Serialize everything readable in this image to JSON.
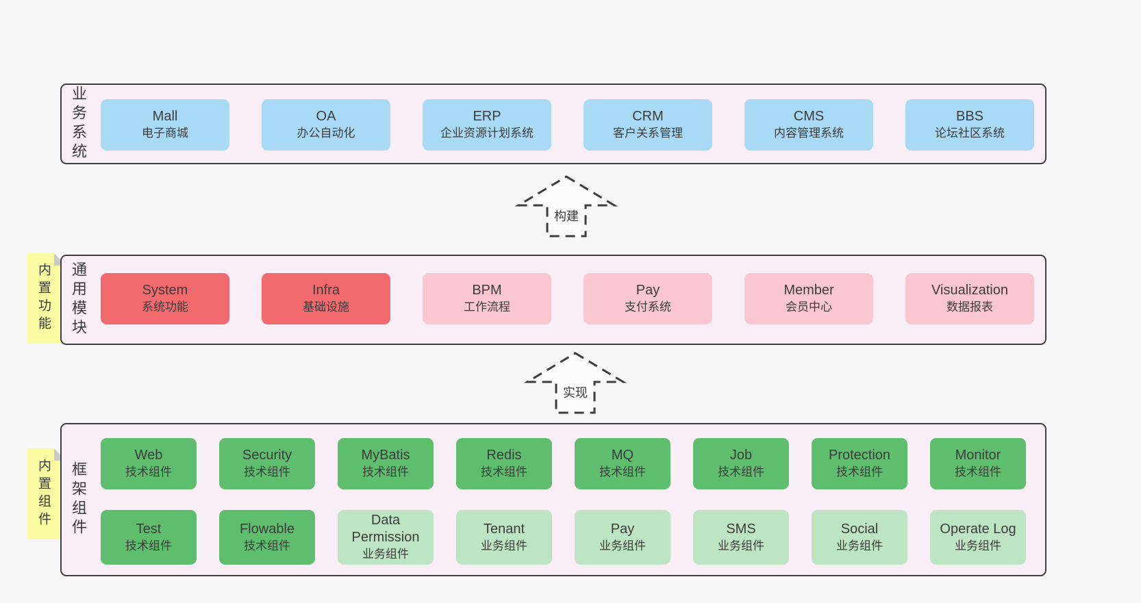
{
  "title": "yudao framework architecture diagram",
  "colors": {
    "background": "#f7f7f7",
    "panel_background": "#f9edf6",
    "panel_border": "#3e3e3e",
    "box_blue": "#a8daf5",
    "box_red": "#f16a6e",
    "box_pink": "#fac7d0",
    "box_green": "#5ebe6e",
    "box_light_green": "#bee5c3",
    "note_yellow": "#fafaa0",
    "note_fold_gray": "#c9c9c9",
    "text": "#3c3c3c"
  },
  "panels": {
    "business": {
      "side_label": "业务系统",
      "boxes": [
        {
          "name": "Mall",
          "desc": "电子商城",
          "variant": "blue"
        },
        {
          "name": "OA",
          "desc": "办公自动化",
          "variant": "blue"
        },
        {
          "name": "ERP",
          "desc": "企业资源计划系统",
          "variant": "blue"
        },
        {
          "name": "CRM",
          "desc": "客户关系管理",
          "variant": "blue"
        },
        {
          "name": "CMS",
          "desc": "内容管理系统",
          "variant": "blue"
        },
        {
          "name": "BBS",
          "desc": "论坛社区系统",
          "variant": "blue"
        }
      ]
    },
    "modules": {
      "side_label": "通用模块",
      "note": "内置功能",
      "boxes": [
        {
          "name": "System",
          "desc": "系统功能",
          "variant": "red"
        },
        {
          "name": "Infra",
          "desc": "基础设施",
          "variant": "red"
        },
        {
          "name": "BPM",
          "desc": "工作流程",
          "variant": "pink"
        },
        {
          "name": "Pay",
          "desc": "支付系统",
          "variant": "pink"
        },
        {
          "name": "Member",
          "desc": "会员中心",
          "variant": "pink"
        },
        {
          "name": "Visualization",
          "desc": "数据报表",
          "variant": "pink"
        }
      ]
    },
    "components": {
      "side_label": "框架组件",
      "note": "内置组件",
      "row1": [
        {
          "name": "Web",
          "desc": "技术组件",
          "variant": "green"
        },
        {
          "name": "Security",
          "desc": "技术组件",
          "variant": "green"
        },
        {
          "name": "MyBatis",
          "desc": "技术组件",
          "variant": "green"
        },
        {
          "name": "Redis",
          "desc": "技术组件",
          "variant": "green"
        },
        {
          "name": "MQ",
          "desc": "技术组件",
          "variant": "green"
        },
        {
          "name": "Job",
          "desc": "技术组件",
          "variant": "green"
        },
        {
          "name": "Protection",
          "desc": "技术组件",
          "variant": "green"
        },
        {
          "name": "Monitor",
          "desc": "技术组件",
          "variant": "green"
        }
      ],
      "row2": [
        {
          "name": "Test",
          "desc": "技术组件",
          "variant": "green"
        },
        {
          "name": "Flowable",
          "desc": "技术组件",
          "variant": "green"
        },
        {
          "name": "Data Permission",
          "desc": "业务组件",
          "variant": "light_green"
        },
        {
          "name": "Tenant",
          "desc": "业务组件",
          "variant": "light_green"
        },
        {
          "name": "Pay",
          "desc": "业务组件",
          "variant": "light_green"
        },
        {
          "name": "SMS",
          "desc": "业务组件",
          "variant": "light_green"
        },
        {
          "name": "Social",
          "desc": "业务组件",
          "variant": "light_green"
        },
        {
          "name": "Operate Log",
          "desc": "业务组件",
          "variant": "light_green"
        }
      ]
    }
  },
  "arrows": [
    {
      "label": "构建"
    },
    {
      "label": "实现"
    }
  ]
}
